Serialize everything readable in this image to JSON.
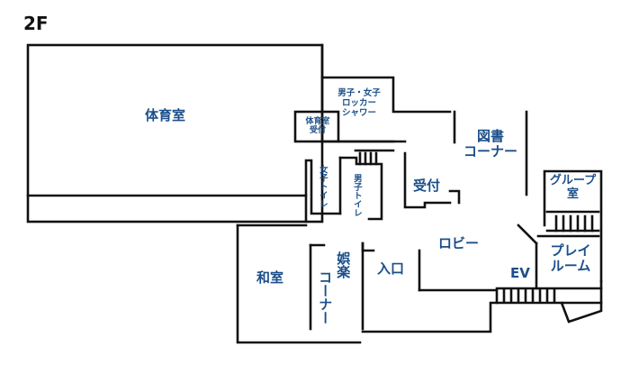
{
  "floor": {
    "label": "2F"
  },
  "rooms": {
    "gym": "体育室",
    "locker_line1": "男子・女子",
    "locker_line2": "ロッカー",
    "locker_line3": "シャワー",
    "gym_reception_line1": "体育室",
    "gym_reception_line2": "受付",
    "library_line1": "図書",
    "library_line2": "コーナー",
    "womens_toilet": "女子トイレ",
    "mens_toilet": "男子トイレ",
    "reception": "受付",
    "group_room_line1": "グループ",
    "group_room_line2": "室",
    "lobby": "ロビー",
    "play_room_line1": "プレイ",
    "play_room_line2": "ルーム",
    "japanese_room": "和室",
    "entertainment_top": "娯楽",
    "entertainment_bottom": "コーナー",
    "entrance": "入口",
    "elevator": "EV"
  },
  "colors": {
    "wall": "#111111",
    "label": "#1b4f8a",
    "background": "#ffffff"
  }
}
